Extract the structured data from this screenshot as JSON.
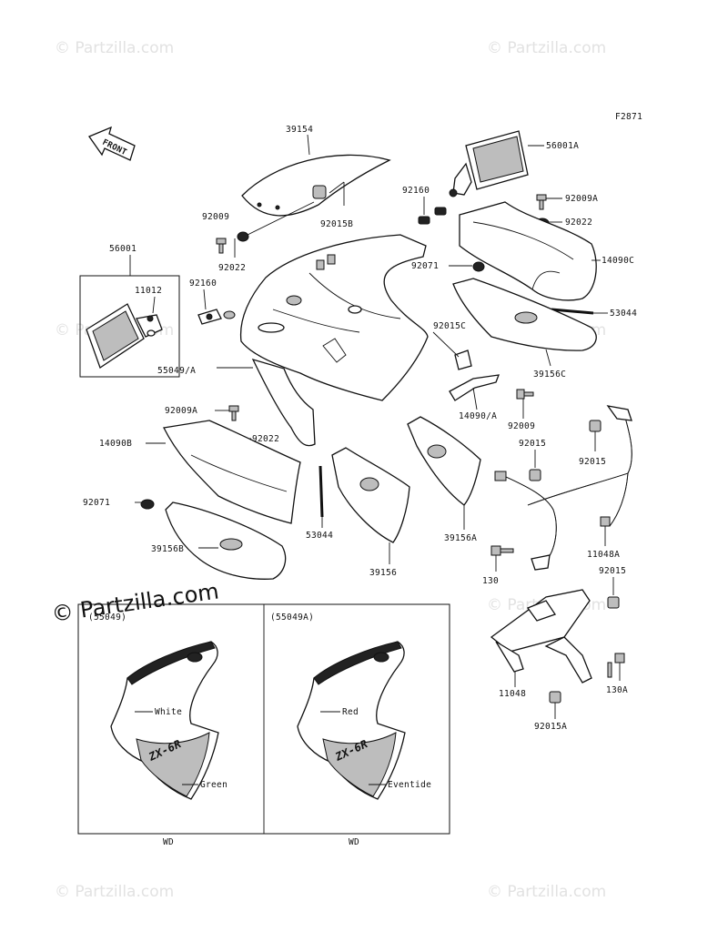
{
  "diagram_code": "F2871",
  "front_label": "FRONT",
  "watermark": "© Partzilla.com",
  "watermark_main": "© Partzilla.com",
  "parts": {
    "p39154": "39154",
    "p56001A": "56001A",
    "p92009A_top": "92009A",
    "p92022_top": "92022",
    "p14090C": "14090C",
    "p53044_top": "53044",
    "p39156C": "39156C",
    "p92160_top": "92160",
    "p92071_top": "92071",
    "p92009_left": "92009",
    "p92015B": "92015B",
    "p92022_left": "92022",
    "p56001": "56001",
    "p11012": "11012",
    "p92160_left": "92160",
    "p55049A": "55049/A",
    "p92015C": "92015C",
    "p14090A": "14090/A",
    "p92009_mid": "92009",
    "p92015_mid": "92015",
    "p92015_right": "92015",
    "p92009A_left": "92009A",
    "p14090B": "14090B",
    "p92022_low": "92022",
    "p92071_low": "92071",
    "p53044_low": "53044",
    "p39156B": "39156B",
    "p39156": "39156",
    "p39156A": "39156A",
    "p11048A": "11048A",
    "p130": "130",
    "p92015_br": "92015",
    "p11048": "11048",
    "p130A": "130A",
    "p92015A": "92015A"
  },
  "variants": [
    {
      "code": "(55049)",
      "color_upper": "White",
      "color_lower": "Green",
      "model": "WD"
    },
    {
      "code": "(55049A)",
      "color_upper": "Red",
      "color_lower": "Eventide",
      "model": "WD"
    }
  ]
}
